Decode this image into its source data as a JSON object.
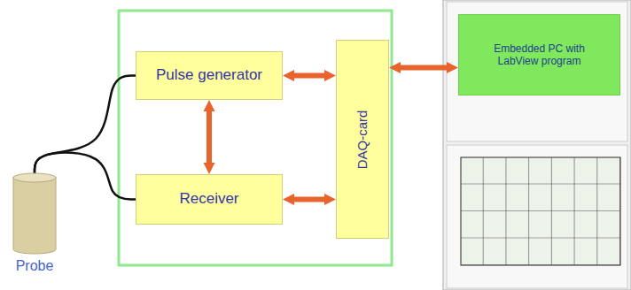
{
  "diagram": {
    "nodes": [
      {
        "text": [
          "Pulse generator"
        ]
      },
      {
        "text": [
          "Receiver"
        ]
      },
      {
        "text": [
          "DAQ-card"
        ]
      },
      {
        "text": [
          "Embedded PC with LabView program"
        ]
      },
      {
        "text": [
          "Probe"
        ]
      }
    ],
    "edges": [
      {
        "from": 0,
        "to": 2,
        "arrow": "both"
      },
      {
        "from": 1,
        "to": 2,
        "arrow": "both"
      },
      {
        "from": 0,
        "to": 1,
        "arrow": "both"
      },
      {
        "from": 2,
        "to": 3,
        "arrow": "both"
      },
      {
        "from": 4,
        "to": 0,
        "arrow": "none"
      },
      {
        "from": 4,
        "to": 1,
        "arrow": "none"
      }
    ]
  }
}
